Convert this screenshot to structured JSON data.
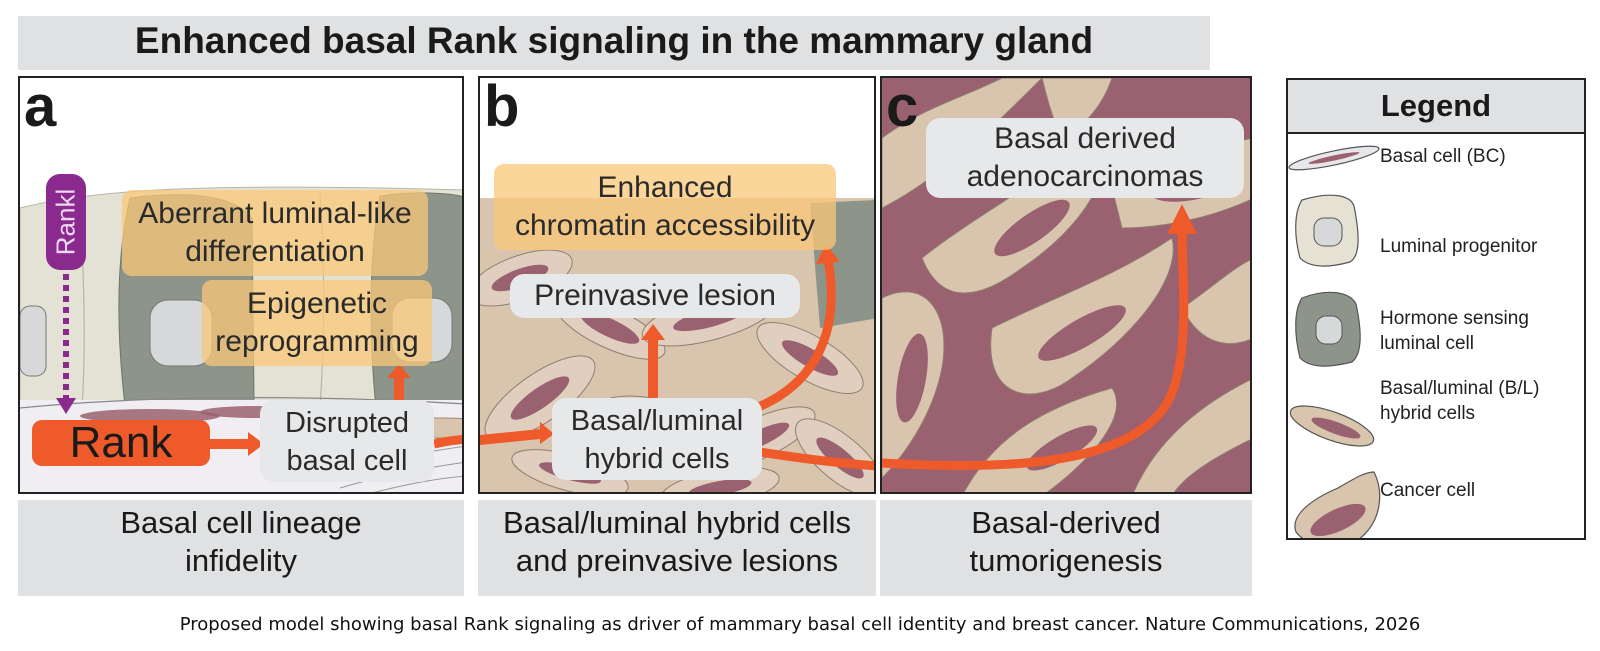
{
  "title": "Enhanced basal Rank signaling in the mammary gland",
  "panels": {
    "a": {
      "letter": "a",
      "caption": "Basal cell lineage\ninfidelity",
      "rankl": "Rankl",
      "rank": "Rank",
      "aberrant": "Aberrant luminal-like\ndifferentiation",
      "epigenetic": "Epigenetic\nreprogramming",
      "disrupted": "Disrupted\nbasal cell"
    },
    "b": {
      "letter": "b",
      "caption": "Basal/luminal hybrid cells\nand preinvasive lesions",
      "chromatin": "Enhanced\nchromatin accessibility",
      "preinvasive": "Preinvasive lesion",
      "hybrid": "Basal/luminal\nhybrid cells"
    },
    "c": {
      "letter": "c",
      "caption": "Basal-derived\ntumorigenesis",
      "adeno": "Basal derived\nadenocarcinomas"
    }
  },
  "legend": {
    "title": "Legend",
    "items": [
      {
        "label": "Basal cell (BC)",
        "icon": "basal-cell-icon"
      },
      {
        "label": "Luminal progenitor",
        "icon": "luminal-progenitor-icon"
      },
      {
        "label": "Hormone sensing\nluminal cell",
        "icon": "hormone-sensing-cell-icon"
      },
      {
        "label": "Basal/luminal (B/L)\nhybrid cells",
        "icon": "hybrid-cell-icon"
      },
      {
        "label": "Cancer cell",
        "icon": "cancer-cell-icon"
      }
    ]
  },
  "colors": {
    "orange_arrow": "#ee5a2a",
    "rankl_purple": "#8a2a8e",
    "cancer_mauve": "#9a6170",
    "cell_beige": "#d9c4ae",
    "hormone_gray": "#8d948a",
    "progenitor_cream": "#e5e2d4"
  },
  "footnote": "Proposed model showing basal Rank signaling as driver of mammary basal cell identity and breast cancer. Nature Communications, 2026"
}
